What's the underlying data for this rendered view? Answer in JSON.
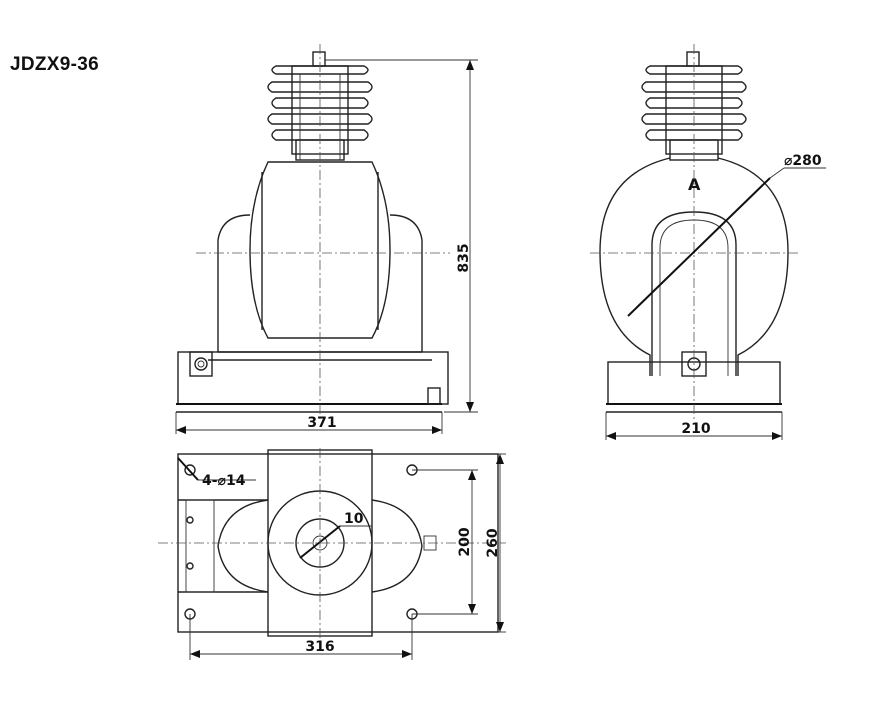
{
  "title": "JDZX9-36",
  "views": {
    "front": {
      "height_dim": "835",
      "width_dim": "371"
    },
    "side": {
      "diameter_dim": "⌀280",
      "section_label": "A",
      "width_dim": "210"
    },
    "plan": {
      "holes_label": "4-⌀14",
      "hole_spacing_dim": "200",
      "overall_depth_dim": "260",
      "hole_span_dim": "316",
      "center_label": "10"
    }
  }
}
